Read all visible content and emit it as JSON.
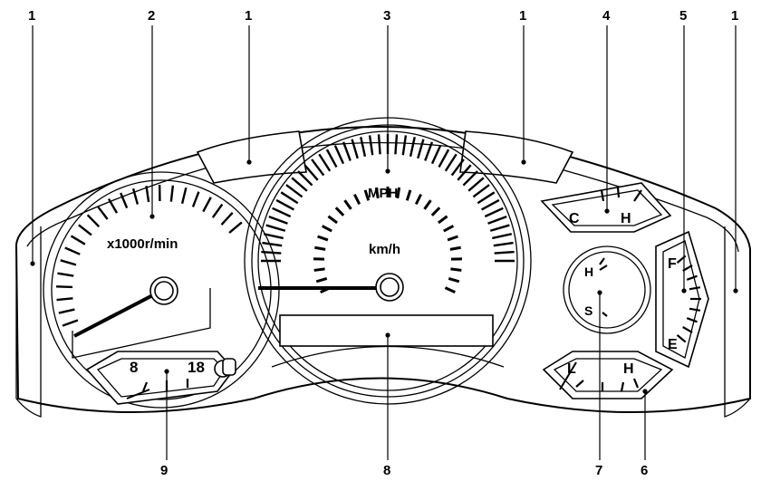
{
  "callouts": {
    "c1a": "1",
    "c2": "2",
    "c1b": "1",
    "c3": "3",
    "c1c": "1",
    "c4": "4",
    "c5": "5",
    "c1d": "1",
    "c9": "9",
    "c8": "8",
    "c7": "7",
    "c6": "6"
  },
  "tachometer": {
    "unit": "x1000r/min"
  },
  "speedometer": {
    "outer_unit": "MPH",
    "inner_unit": "km/h"
  },
  "temp_gauge": {
    "low": "C",
    "high": "H"
  },
  "fuel_gauge": {
    "full": "F",
    "empty": "E"
  },
  "small_round_gauge": {
    "high": "H",
    "low": "S"
  },
  "oil_gauge": {
    "low": "L",
    "high": "H"
  },
  "voltmeter": {
    "low": "8",
    "high": "18"
  },
  "colors": {
    "line": "#000000",
    "background": "#ffffff"
  }
}
